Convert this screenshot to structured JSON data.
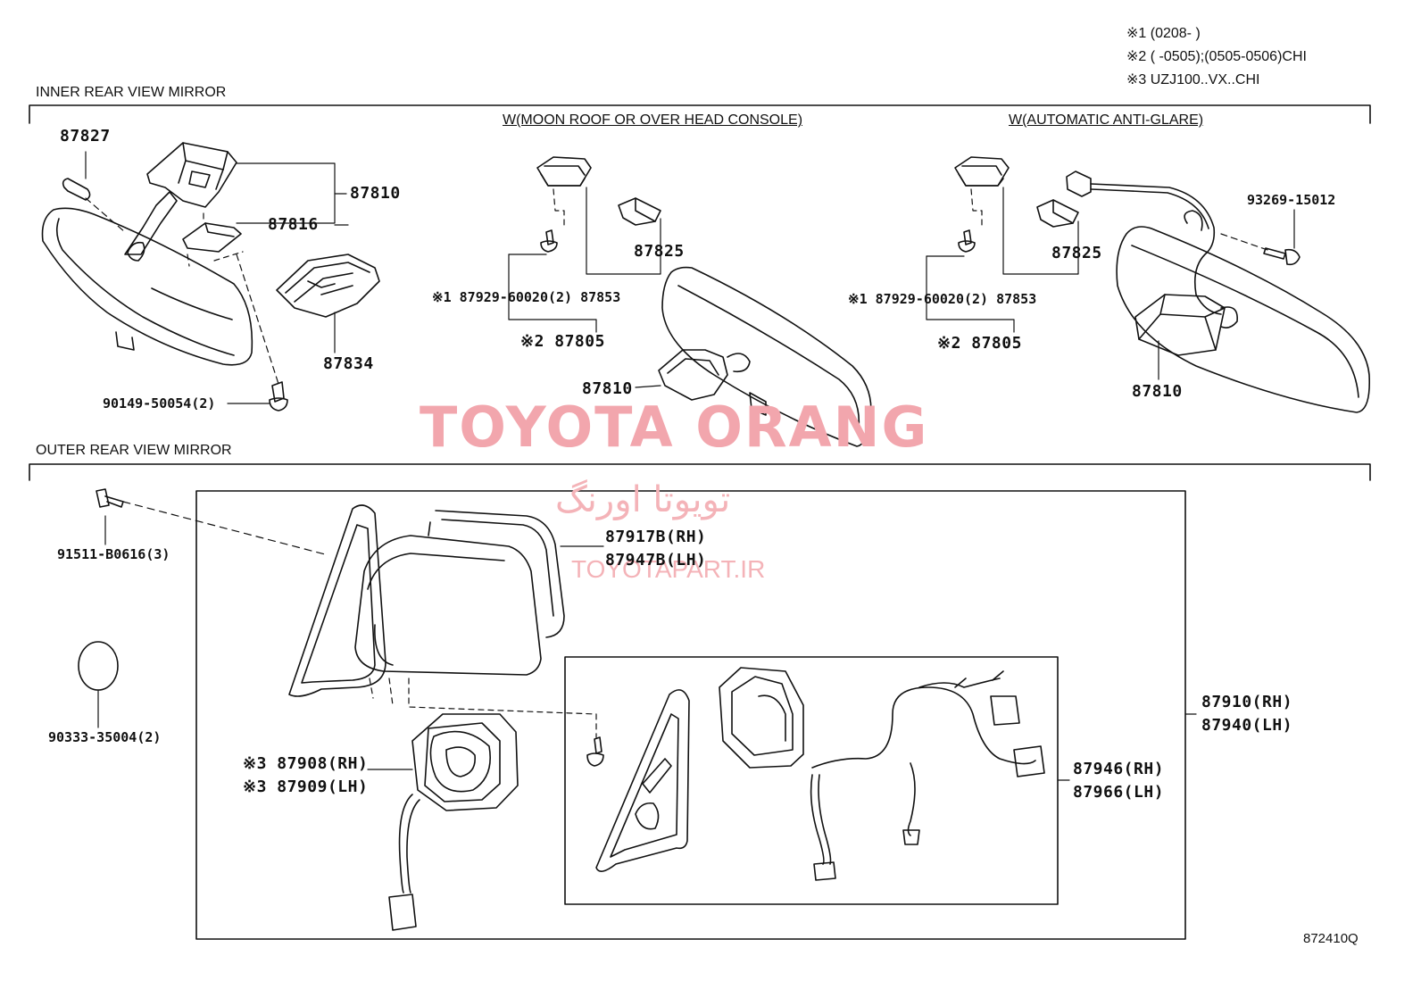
{
  "notes": [
    "※1 (0208-      )",
    "※2 (      -0505);(0505-0506)CHI",
    "※3 UZJ100..VX..CHI"
  ],
  "sections": {
    "inner": "INNER REAR VIEW MIRROR",
    "outer": "OUTER REAR VIEW MIRROR"
  },
  "conditions": {
    "moon_roof": "W(MOON ROOF OR OVER HEAD CONSOLE)",
    "anti_glare": "W(AUTOMATIC ANTI-GLARE)"
  },
  "parts": {
    "p87827": "87827",
    "p87810a": "87810",
    "p87816": "87816",
    "p87834": "87834",
    "p90149": "90149-50054(2)",
    "p87825a": "87825",
    "p87929a": "※1 87929-60020(2) 87853",
    "p87805a": "※2 87805",
    "p87810b": "87810",
    "p87825b": "87825",
    "p87929b": "※1 87929-60020(2) 87853",
    "p87805b": "※2 87805",
    "p93269": "93269-15012",
    "p87810c": "87810",
    "p91511": "91511-B0616(3)",
    "p90333": "90333-35004(2)",
    "p87917": "87917B(RH)",
    "p87947": "87947B(LH)",
    "p87908": "※3 87908(RH)",
    "p87909": "※3 87909(LH)",
    "p87910": "87910(RH)",
    "p87940": "87940(LH)",
    "p87946": "87946(RH)",
    "p87966": "87966(LH)"
  },
  "watermark": {
    "latin": "TOYOTA ORANG",
    "persian": "تویوتا اورنگ",
    "site": "TOYOTAPART.IR"
  },
  "diagram_ref": "872410Q"
}
